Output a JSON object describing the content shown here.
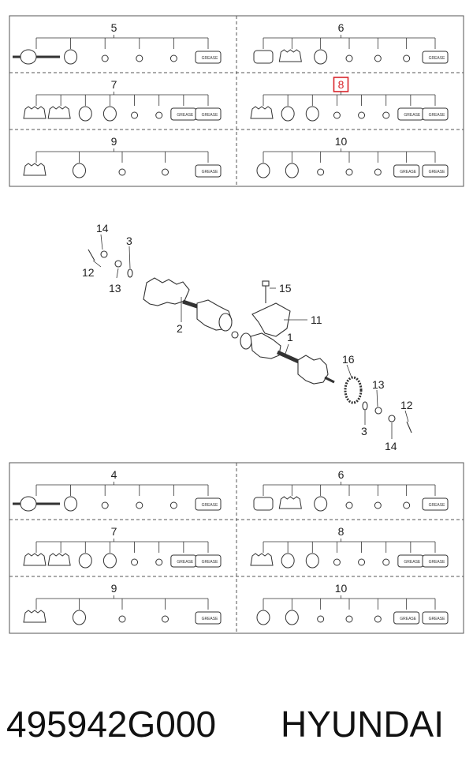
{
  "kit_tables": [
    {
      "id": "top",
      "rows": [
        {
          "left": "5",
          "right": "6"
        },
        {
          "left": "7",
          "right": "8"
        },
        {
          "left": "9",
          "right": "10"
        }
      ],
      "highlighted": "8"
    },
    {
      "id": "bottom",
      "rows": [
        {
          "left": "4",
          "right": "6"
        },
        {
          "left": "7",
          "right": "8"
        },
        {
          "left": "9",
          "right": "10"
        }
      ],
      "highlighted": ""
    }
  ],
  "grease_label": "GREASE",
  "callouts": {
    "c1": "1",
    "c2": "2",
    "c3a": "3",
    "c3b": "3",
    "c11": "11",
    "c12a": "12",
    "c12b": "12",
    "c13a": "13",
    "c13b": "13",
    "c14a": "14",
    "c14b": "14",
    "c15": "15",
    "c16": "16"
  },
  "highlight_color": "#d9252b",
  "footer": {
    "part_number": "495942G000",
    "brand": "HYUNDAI"
  }
}
